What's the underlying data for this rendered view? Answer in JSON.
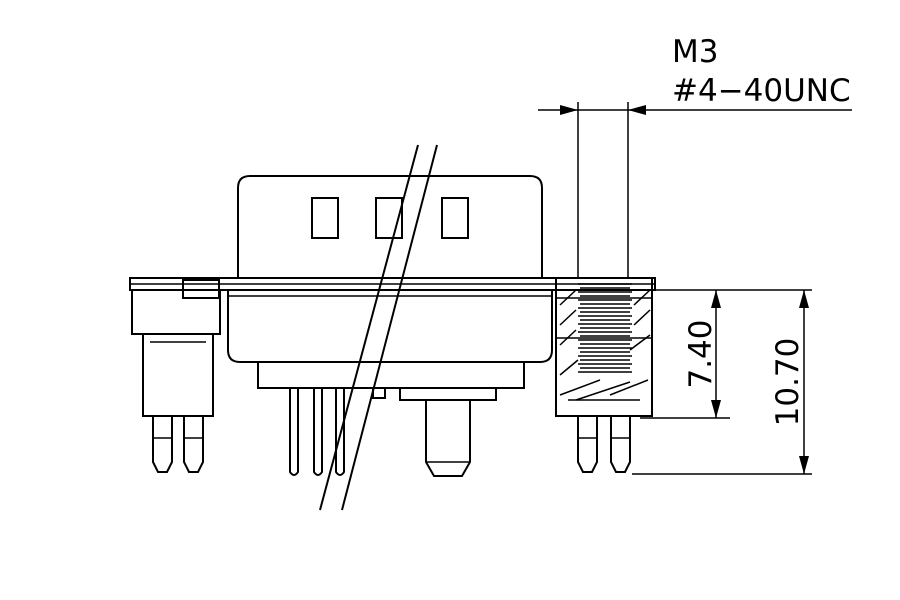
{
  "callout": {
    "line1": "M3",
    "line2": "#4−40UNC"
  },
  "dimensions": {
    "inner_height": "7.40",
    "outer_height": "10.70"
  }
}
